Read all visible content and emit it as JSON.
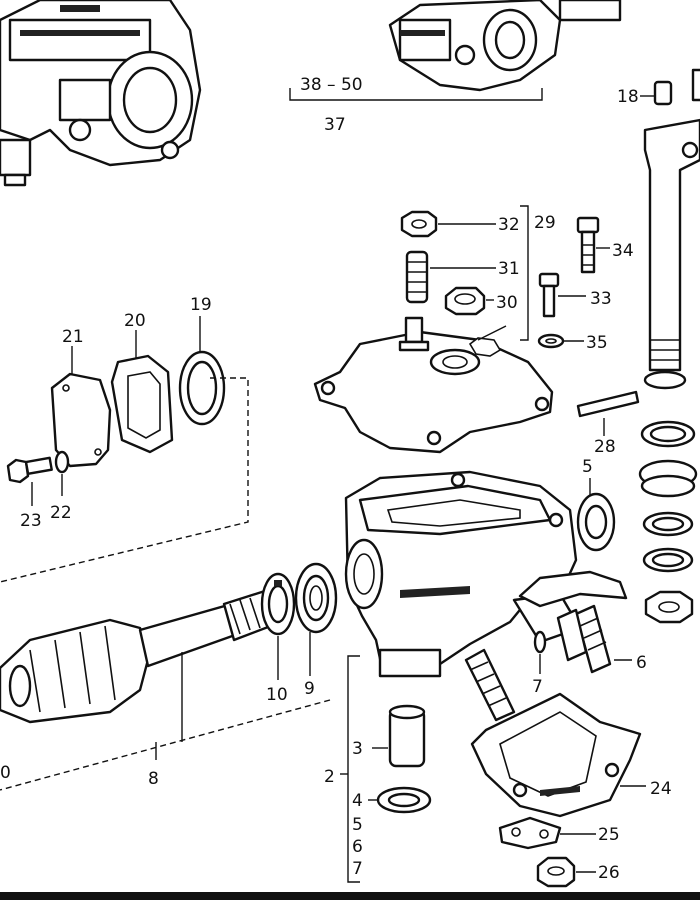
{
  "callouts": {
    "c38_50": "38 – 50",
    "c37": "37",
    "c18": "18",
    "c32": "32",
    "c29": "29",
    "c34": "34",
    "c31": "31",
    "c33": "33",
    "c30": "30",
    "c35": "35",
    "c21": "21",
    "c20": "20",
    "c19": "19",
    "c23": "23",
    "c22": "22",
    "c28": "28",
    "c5a": "5",
    "c10": "10",
    "c9": "9",
    "c8": "8",
    "c7a": "7",
    "c6a": "6",
    "c3": "3",
    "c2": "2",
    "c4": "4",
    "c5b": "5",
    "c6b": "6",
    "c7b": "7",
    "c24": "24",
    "c25": "25",
    "c26": "26",
    "c0": "0"
  }
}
